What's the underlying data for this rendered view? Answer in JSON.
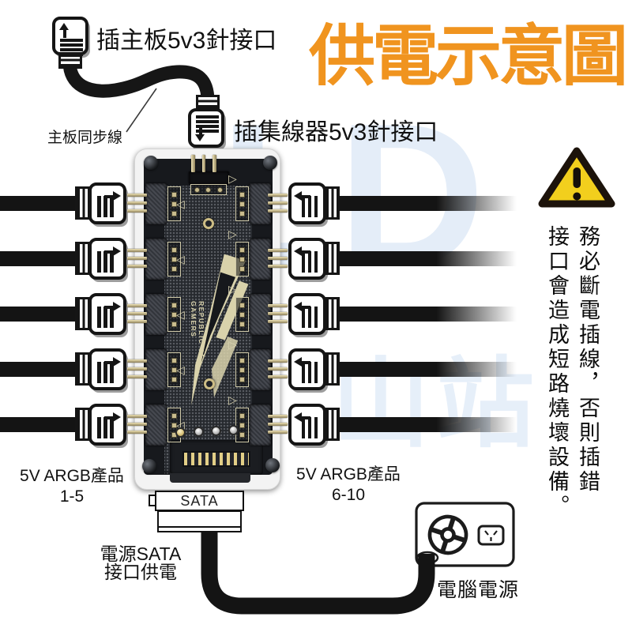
{
  "title": {
    "text": "供電示意圖",
    "color": "#F0941F"
  },
  "annotations": {
    "motherboard_plug": "插主板5v3針接口",
    "sync_cable": "主板同步線",
    "hub_plug": "插集線器5v3針接口",
    "left_group_label": "5V ARGB產品",
    "left_group_range": "1-5",
    "right_group_label": "5V ARGB產品",
    "right_group_range": "6-10",
    "sata_connector": "SATA",
    "sata_power": "電源SATA\n接口供電",
    "psu": "電腦電源"
  },
  "warning": {
    "text": "務必斷電插線，否則插錯\n接口會造成短路燒壞設備。",
    "triangle_fill": "#F2CF1D",
    "triangle_border": "#1C130B"
  },
  "hub": {
    "brand": "REPUBLIC OF\nGAMERS",
    "left_ports": 5,
    "right_ports": 5
  },
  "watermark": {
    "text_top": "LD",
    "text_bottom": "山站",
    "color": "#CEE0F4"
  },
  "icons": {
    "marker_left": "◁",
    "marker_right": "▷",
    "warning_icon": "yellow triangle with exclamation mark",
    "fan_icon": "psu fan circle",
    "socket_icon": "power socket"
  }
}
